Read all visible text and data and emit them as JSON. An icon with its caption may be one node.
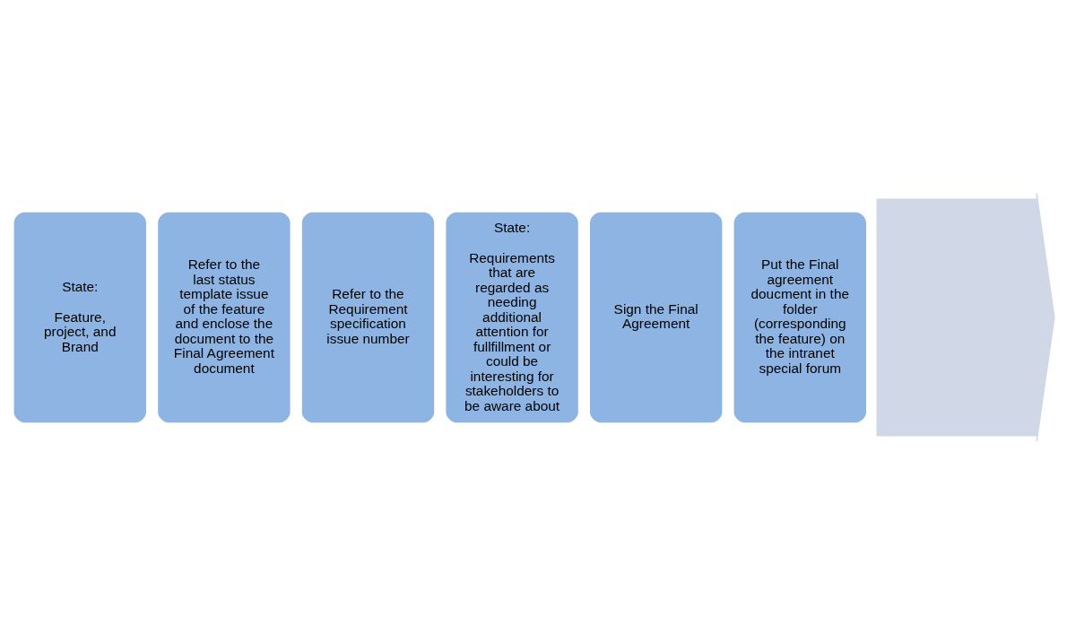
{
  "diagram": {
    "nodes": [
      {
        "text": [
          "State:",
          "Feature, project, and Brand"
        ]
      },
      {
        "text": [
          "Refer to the last status template issue of the feature and enclose the document to the Final Agreement document"
        ]
      },
      {
        "text": [
          "Refer to the Requirement specification issue number"
        ]
      },
      {
        "text": [
          "State:",
          "Requirements that are regarded as needing additional attention for fullfillment or could be interesting for stakeholders to be aware about"
        ]
      },
      {
        "text": [
          "Sign the Final Agreement"
        ]
      },
      {
        "text": [
          "Put the Final agreement doucment in the folder (corresponding the feature) on the intranet special forum"
        ]
      },
      {
        "text": [],
        "shape": "arrow"
      }
    ]
  }
}
